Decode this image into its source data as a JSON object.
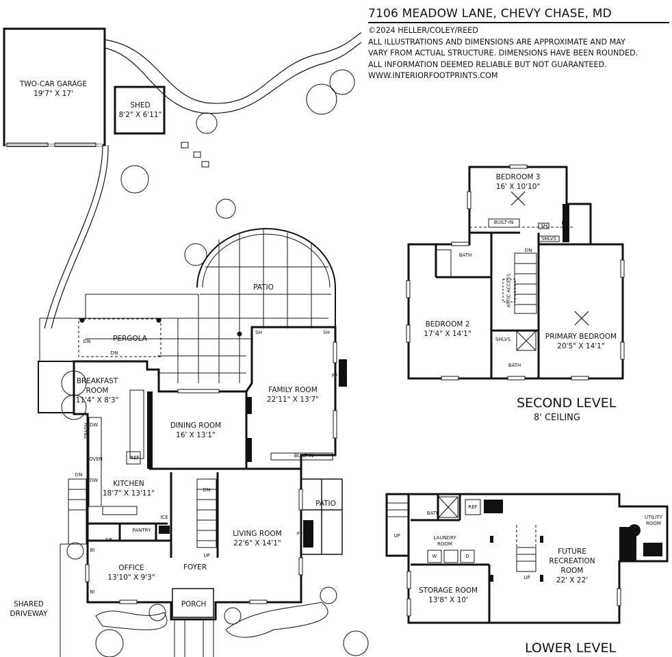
{
  "header": {
    "address": "7106 MEADOW LANE, CHEVY CHASE, MD",
    "copyright": "©2024 HELLER/COLEY/REED",
    "disclaimer_lines": [
      "ALL ILLUSTRATIONS AND DIMENSIONS ARE APPROXIMATE AND MAY",
      "VARY FROM ACTUAL STRUCTURE. DIMENSIONS HAVE BEEN ROUNDED.",
      "ALL INFORMATION DEEMED RELIABLE BUT NOT GUARANTEED."
    ],
    "website": "WWW.INTERIORFOOTPRINTS.COM"
  },
  "main_level": {
    "garage": {
      "name": "TWO-CAR GARAGE",
      "dims": "19'7\" X 17'"
    },
    "shed": {
      "name": "SHED",
      "dims": "8'2\" X 6'11\""
    },
    "patio": "PATIO",
    "pergola": "PERGOLA",
    "breakfast": {
      "name": "BREAKFAST",
      "name2": "ROOM",
      "dims": "11'4\" X 8'3\""
    },
    "dining": {
      "name": "DINING ROOM",
      "dims": "16' X 13'1\""
    },
    "family": {
      "name": "FAMILY ROOM",
      "dims": "22'11\" X 13'7\""
    },
    "kitchen": {
      "name": "KITCHEN",
      "dims": "18'7\" X 13'11\""
    },
    "living": {
      "name": "LIVING ROOM",
      "dims": "22'6\" X 14'1\""
    },
    "office": {
      "name": "OFFICE",
      "dims": "13'10\" X 9'3\""
    },
    "foyer": "FOYER",
    "porch": "PORCH",
    "side_patio": "PATIO",
    "pantry": "PANTRY",
    "powder_room": "P.R.",
    "driveway": {
      "line1": "SHARED",
      "line2": "DRIVEWAY"
    },
    "small": {
      "trash": "TRASH",
      "dw": "DW",
      "oven": "OVEN",
      "ref": "REF",
      "ice": "ICE",
      "fp": "FP",
      "bi": "BI",
      "sh": "SH",
      "built_in": "BUILT-IN",
      "dn": "DN",
      "up": "UP"
    }
  },
  "second_level": {
    "title": "SECOND LEVEL",
    "ceiling": "8' CEILING",
    "bedroom3": {
      "name": "BEDROOM 3",
      "dims": "16' X 10'10\""
    },
    "bedroom2": {
      "name": "BEDROOM 2",
      "dims": "17'4\" X 14'1\""
    },
    "primary": {
      "name": "PRIMARY BEDROOM",
      "dims": "20'5\" X 14'1\""
    },
    "bath": "BATH",
    "built_in": "BUILT-IN",
    "sh": "SH",
    "shlvs": "SHLVS",
    "attic": "ATTIC ACCESS",
    "dn": "DN"
  },
  "lower_level": {
    "title": "LOWER LEVEL",
    "bath": "BATH",
    "ref": "REF",
    "laundry": {
      "line1": "LAUNDRY",
      "line2": "ROOM"
    },
    "storage": {
      "name": "STORAGE ROOM",
      "dims": "13'8\" X 10'"
    },
    "recreation": {
      "line1": "FUTURE",
      "line2": "RECREATION",
      "line3": "ROOM",
      "dims": "22' X 22'"
    },
    "utility": {
      "line1": "UTILITY",
      "line2": "ROOM"
    },
    "w": "W",
    "d": "D",
    "up": "UP"
  }
}
